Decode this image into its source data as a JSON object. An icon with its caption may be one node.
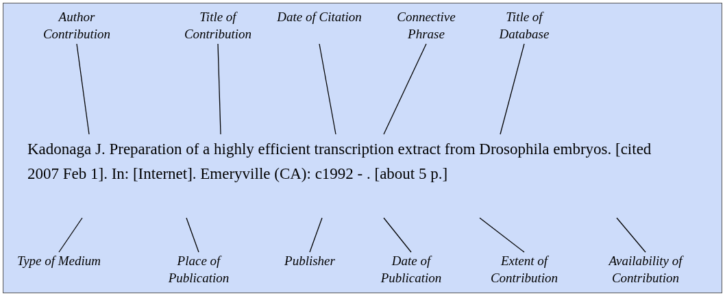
{
  "diagram": {
    "nodes": [
      {
        "text": [
          "Author Contribution"
        ]
      },
      {
        "text": [
          "Title of Contribution"
        ]
      },
      {
        "text": [
          "Date of Citation"
        ]
      },
      {
        "text": [
          "Connective Phrase"
        ]
      },
      {
        "text": [
          "Title of Database"
        ]
      },
      {
        "text": [
          "Type of Medium"
        ]
      },
      {
        "text": [
          "Place of Publication"
        ]
      },
      {
        "text": [
          "Publisher"
        ]
      },
      {
        "text": [
          "Date of Publication"
        ]
      },
      {
        "text": [
          "Extent of Contribution"
        ]
      },
      {
        "text": [
          "Availability of Contribution"
        ]
      }
    ],
    "edges": [
      {
        "from": 0,
        "to": null,
        "arrow": "none"
      },
      {
        "from": 1,
        "to": null,
        "arrow": "none"
      },
      {
        "from": 2,
        "to": null,
        "arrow": "none"
      },
      {
        "from": 3,
        "to": null,
        "arrow": "none"
      },
      {
        "from": 4,
        "to": null,
        "arrow": "none"
      },
      {
        "from": 5,
        "to": null,
        "arrow": "none"
      },
      {
        "from": 6,
        "to": null,
        "arrow": "none"
      },
      {
        "from": 7,
        "to": null,
        "arrow": "none"
      },
      {
        "from": 8,
        "to": null,
        "arrow": "none"
      },
      {
        "from": 9,
        "to": null,
        "arrow": "none"
      },
      {
        "from": 10,
        "to": null,
        "arrow": "none"
      }
    ],
    "labels": [
      "Kadonaga J. Preparation of a highly efficient transcription extract from Drosophila embryos. [cited 2007 Feb 1]. In: [Internet]. Emeryville (CA): c1992 - . [about 5 p.]"
    ]
  }
}
